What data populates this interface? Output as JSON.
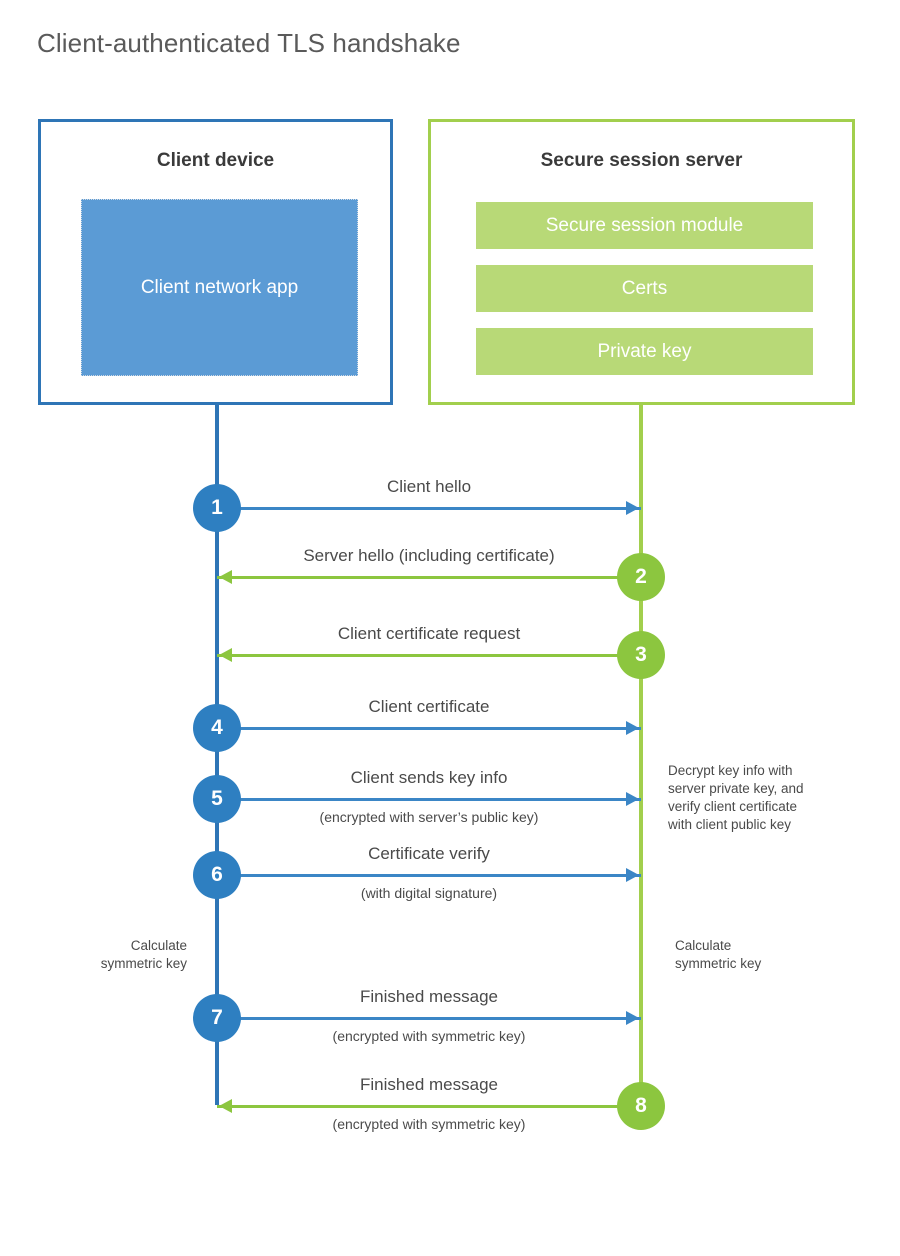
{
  "title": "Client-authenticated TLS handshake",
  "actors": {
    "client": {
      "title": "Client device",
      "app_label": "Client network app"
    },
    "server": {
      "title": "Secure session server",
      "items": [
        {
          "label": "Secure session module"
        },
        {
          "label": "Certs"
        },
        {
          "label": "Private key"
        }
      ]
    }
  },
  "steps": [
    {
      "number": "1",
      "label": "Client hello",
      "sub": "",
      "direction": "client-to-server",
      "color": "blue"
    },
    {
      "number": "2",
      "label": "Server hello (including certificate)",
      "sub": "",
      "direction": "server-to-client",
      "color": "green"
    },
    {
      "number": "3",
      "label": "Client certificate request",
      "sub": "",
      "direction": "server-to-client",
      "color": "green"
    },
    {
      "number": "4",
      "label": "Client certificate",
      "sub": "",
      "direction": "client-to-server",
      "color": "blue"
    },
    {
      "number": "5",
      "label": "Client sends key info",
      "sub": "(encrypted with server’s public key)",
      "direction": "client-to-server",
      "color": "blue"
    },
    {
      "number": "6",
      "label": "Certificate verify",
      "sub": "(with digital signature)",
      "direction": "client-to-server",
      "color": "blue"
    },
    {
      "number": "7",
      "label": "Finished message",
      "sub": "(encrypted with symmetric key)",
      "direction": "client-to-server",
      "color": "blue"
    },
    {
      "number": "8",
      "label": "Finished message",
      "sub": "(encrypted with symmetric key)",
      "direction": "server-to-client",
      "color": "green"
    }
  ],
  "notes": {
    "server_decrypt": "Decrypt key info with\nserver private key, and\nverify client certificate\nwith client public key",
    "client_calc": "Calculate\nsymmetric key",
    "server_calc": "Calculate\nsymmetric key"
  },
  "colors": {
    "client_accent": "#2e75b6",
    "client_step": "#2e7fc1",
    "client_app_fill": "#5b9bd5",
    "client_arrow": "#3b86c6",
    "server_accent": "#a2cf4d",
    "server_step": "#8cc63f",
    "server_item_fill": "#b8d977",
    "server_arrow": "#8cc63f",
    "text": "#4a4a4a",
    "title_text": "#5a5a5a"
  }
}
